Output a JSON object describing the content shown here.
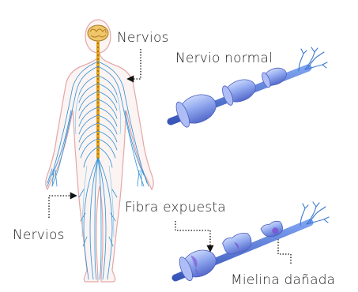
{
  "labels": {
    "nervios_top": "Nervios",
    "nervio_normal": "Nervio normal",
    "nervios_left": "Nervios",
    "fibra_expuesta": "Fibra expuesta",
    "mielina_danada": "Mielina dañada"
  },
  "colors": {
    "nerve_blue": "#2f8fd6",
    "nerve_light": "#6ec0f0",
    "body_outline": "#e4a7a7",
    "spine": "#e3a21a",
    "myelin": "#8fa7ee",
    "axon": "#4a6fd1",
    "damage": "#7a4fd0"
  },
  "icons": [
    "brain-icon",
    "pointer-arrow-icon"
  ]
}
